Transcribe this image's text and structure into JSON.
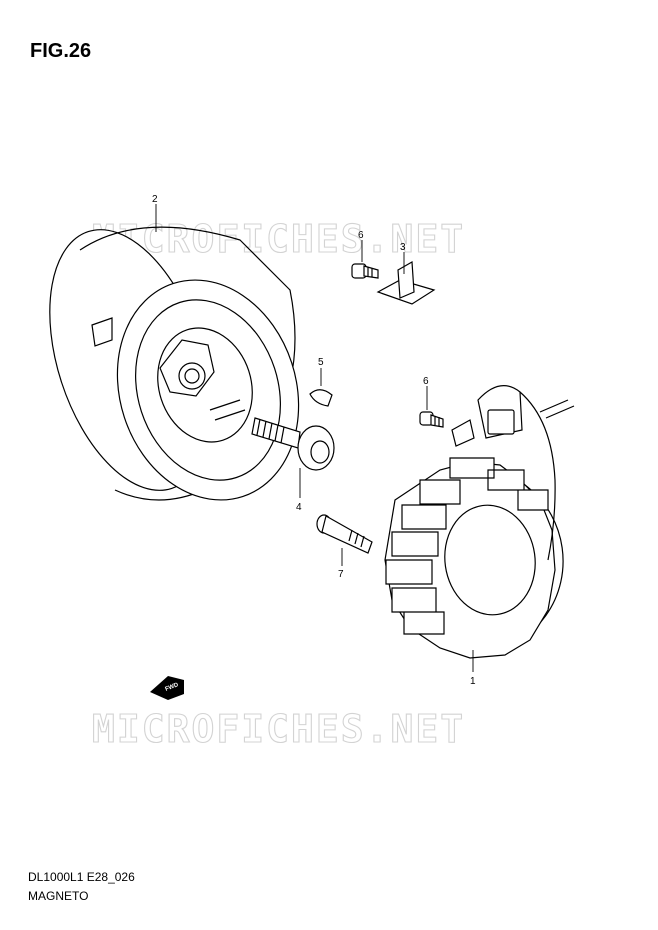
{
  "figure": {
    "title": "FIG.26"
  },
  "watermark": "MICROFICHES.NET",
  "callouts": {
    "p1": "1",
    "p2": "2",
    "p3": "3",
    "p4": "4",
    "p5": "5",
    "p6a": "6",
    "p6b": "6",
    "p7": "7"
  },
  "fwd_arrow": "FWD",
  "footer": {
    "model_code": "DL1000L1 E28_026",
    "section_name": "MAGNETO"
  }
}
